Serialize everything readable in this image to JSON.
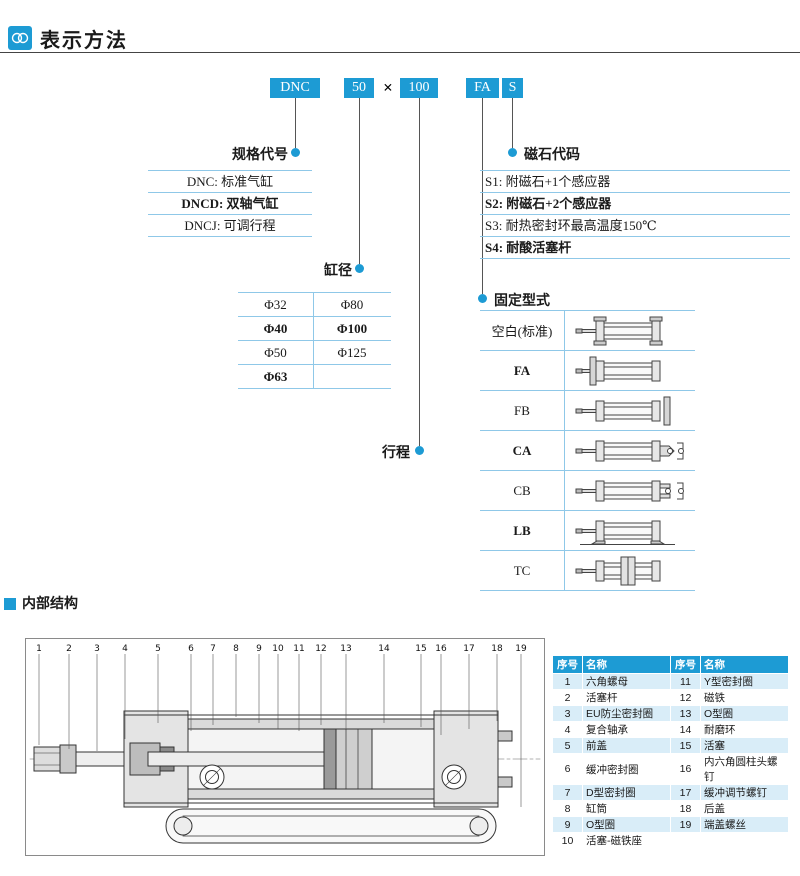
{
  "colors": {
    "accent": "#1d9bd4",
    "table_line": "#8fc8e8",
    "row_alt": "#d9edf8"
  },
  "header": {
    "title": "表示方法"
  },
  "model_code": {
    "segments": [
      {
        "text": "DNC",
        "style": "box"
      },
      {
        "text": "50",
        "style": "box"
      },
      {
        "text": "×",
        "style": "plain"
      },
      {
        "text": "100",
        "style": "box"
      },
      {
        "text": "FA",
        "style": "box"
      },
      {
        "text": "S",
        "style": "box"
      }
    ]
  },
  "spec_codes": {
    "label": "规格代号",
    "rows": [
      {
        "text": "DNC: 标准气缸",
        "bold": false
      },
      {
        "text": "DNCD: 双轴气缸",
        "bold": true
      },
      {
        "text": "DNCJ: 可调行程",
        "bold": false
      }
    ]
  },
  "magnet_codes": {
    "label": "磁石代码",
    "rows": [
      {
        "text": "S1: 附磁石+1个感应器",
        "bold": false
      },
      {
        "text": "S2: 附磁石+2个感应器",
        "bold": true
      },
      {
        "text": "S3: 耐热密封环最高温度150℃",
        "bold": false
      },
      {
        "text": "S4: 耐酸活塞杆",
        "bold": true
      }
    ]
  },
  "bore": {
    "label": "缸径",
    "rows": [
      {
        "cells": [
          "Φ32",
          "Φ80"
        ],
        "bold": false
      },
      {
        "cells": [
          "Φ40",
          "Φ100"
        ],
        "bold": true
      },
      {
        "cells": [
          "Φ50",
          "Φ125"
        ],
        "bold": false
      },
      {
        "cells": [
          "Φ63",
          ""
        ],
        "bold": true
      }
    ]
  },
  "stroke_label": "行程",
  "mounting": {
    "label": "固定型式",
    "rows": [
      {
        "code": "空白(标准)",
        "bold": false,
        "type": "basic"
      },
      {
        "code": "FA",
        "bold": true,
        "type": "fa"
      },
      {
        "code": "FB",
        "bold": false,
        "type": "fb"
      },
      {
        "code": "CA",
        "bold": true,
        "type": "ca"
      },
      {
        "code": "CB",
        "bold": false,
        "type": "cb"
      },
      {
        "code": "LB",
        "bold": true,
        "type": "lb"
      },
      {
        "code": "TC",
        "bold": false,
        "type": "tc"
      }
    ]
  },
  "internal": {
    "title": "内部结构",
    "callouts": [
      "1",
      "2",
      "3",
      "4",
      "5",
      "6",
      "7",
      "8",
      "9",
      "10",
      "11",
      "12",
      "13",
      "14",
      "15",
      "16",
      "17",
      "18",
      "19"
    ],
    "parts_table": {
      "headers": [
        "序号",
        "名称",
        "序号",
        "名称"
      ],
      "rows": [
        [
          "1",
          "六角螺母",
          "11",
          "Y型密封圈"
        ],
        [
          "2",
          "活塞杆",
          "12",
          "磁铁"
        ],
        [
          "3",
          "EU防尘密封圈",
          "13",
          "O型圈"
        ],
        [
          "4",
          "复合轴承",
          "14",
          "耐磨环"
        ],
        [
          "5",
          "前盖",
          "15",
          "活塞"
        ],
        [
          "6",
          "缓冲密封圈",
          "16",
          "内六角圆柱头螺钉"
        ],
        [
          "7",
          "D型密封圈",
          "17",
          "缓冲调节螺钉"
        ],
        [
          "8",
          "缸筒",
          "18",
          "后盖"
        ],
        [
          "9",
          "O型圈",
          "19",
          "端盖螺丝"
        ],
        [
          "10",
          "活塞-磁铁座",
          "",
          ""
        ]
      ]
    }
  }
}
